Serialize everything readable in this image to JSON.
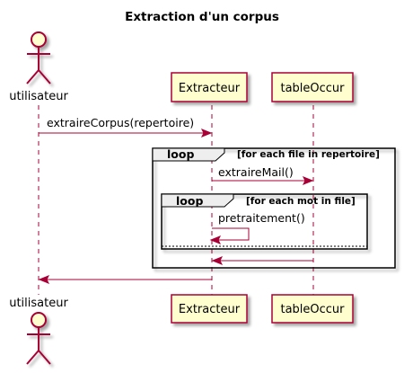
{
  "diagram": {
    "title": "Extraction d'un corpus",
    "participants": {
      "user": "utilisateur",
      "extracteur": "Extracteur",
      "table": "tableOccur"
    },
    "messages": {
      "m1": "extraireCorpus(repertoire)",
      "m2": "extraireMail()",
      "m3": "pretraitement()"
    },
    "loops": {
      "outer_kw": "loop",
      "outer_cond": "[for each file in repertoire]",
      "inner_kw": "loop",
      "inner_cond": "[for each mot in file]"
    }
  }
}
